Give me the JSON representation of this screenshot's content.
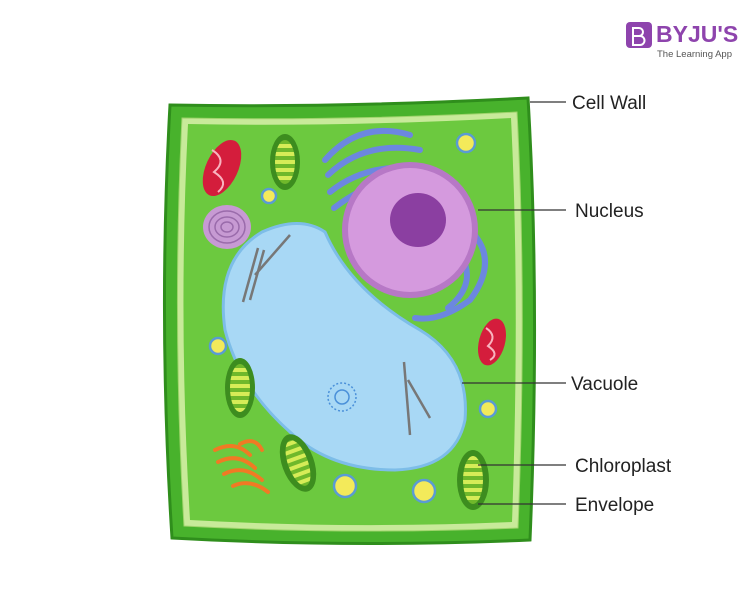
{
  "brand": {
    "name": "BYJU'S",
    "tagline": "The Learning App",
    "color": "#8e44ad"
  },
  "labels": {
    "cell_wall": "Cell Wall",
    "nucleus": "Nucleus",
    "vacuole": "Vacuole",
    "chloroplast": "Chloroplast",
    "envelope": "Envelope"
  },
  "colors": {
    "cell_wall": "#48b22c",
    "cytoplasm": "#6cc93f",
    "vacuole": "#a8d8f5",
    "nucleus": "#d59ade",
    "nucleolus": "#8b3fa1",
    "golgi": "#6c87e0",
    "mitochondria": "#d41d3c",
    "chloroplast": "#8acc3b",
    "er": "#f07a24"
  }
}
